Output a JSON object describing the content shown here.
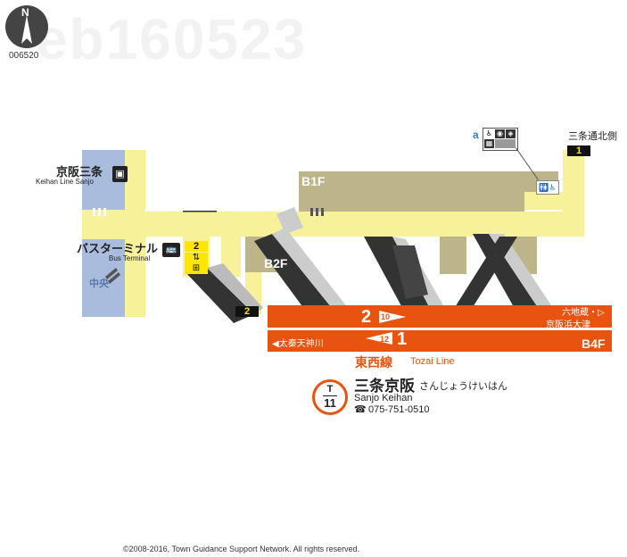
{
  "map_id": "006520",
  "compass": "N",
  "station": {
    "line_code": "T",
    "number": "11",
    "name_ja": "三条京阪",
    "name_kana": "さんじょうけいはん",
    "name_en": "Sanjo Keihan",
    "phone": "075-751-0510"
  },
  "line": {
    "name_ja": "東西線",
    "name_en": "Tozai Line",
    "color": "#e8540f"
  },
  "floors": {
    "b1f": "B1F",
    "b2f": "B2F",
    "b4f": "B4F"
  },
  "platforms": {
    "track2": "2",
    "track2_car": "10",
    "track1": "1",
    "track1_car": "12",
    "direction_west": "◀太秦天神川",
    "direction_east_1": "六地蔵・▷",
    "direction_east_2": "京阪浜大津"
  },
  "labels": {
    "keihan_ja": "京阪三条",
    "keihan_en": "Keihan Line Sanjo",
    "bus_ja": "バスターミナル",
    "bus_en": "Bus Terminal",
    "center": "中央",
    "sanjo_north": "三条通北側",
    "facility_a": "a"
  },
  "exits": {
    "exit1": "1",
    "exit2_top": "2",
    "exit2_bottom": "2"
  },
  "watermark": "eb160523",
  "copyright": "©2008-2016, Town Guidance Support Network. All rights reserved.",
  "colors": {
    "corridor": "#f7f29a",
    "keihan_area": "#a9bcdd",
    "b1f_area": "#bdb48a",
    "platform": "#e8540f",
    "exit_bg": "#111111",
    "exit_fg": "#ffe600"
  }
}
